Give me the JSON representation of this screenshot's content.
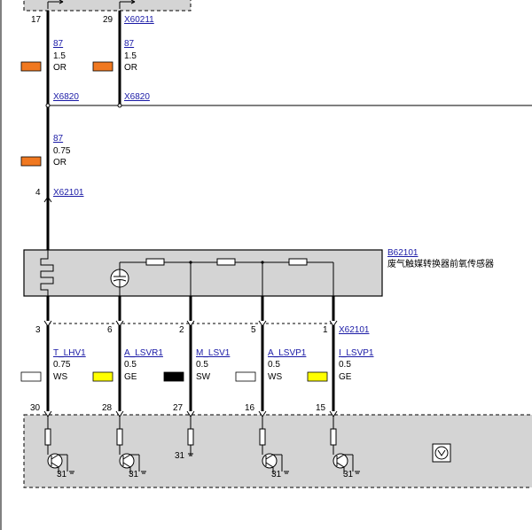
{
  "top_connectors": [
    {
      "pin": "17",
      "label": ""
    },
    {
      "pin": "29",
      "label": "X60211"
    }
  ],
  "upper_wires": [
    {
      "circuit": "87",
      "size": "1.5",
      "color_code": "OR",
      "color_hex": "#f07820"
    },
    {
      "circuit": "87",
      "size": "1.5",
      "color_code": "OR",
      "color_hex": "#f07820"
    }
  ],
  "splice_labels": [
    "X6820",
    "X6820"
  ],
  "mid_wire": {
    "circuit": "87",
    "size": "0.75",
    "color_code": "OR",
    "color_hex": "#f07820"
  },
  "sensor_connector": {
    "pin": "4",
    "label": "X62101"
  },
  "component": {
    "id": "B62101",
    "name": "废气触媒转换器前氧传感器",
    "fill": "#d4d4d4"
  },
  "sensor_pins": [
    {
      "pin": "3",
      "label": ""
    },
    {
      "pin": "6",
      "label": ""
    },
    {
      "pin": "2",
      "label": ""
    },
    {
      "pin": "5",
      "label": ""
    },
    {
      "pin": "1",
      "label": "X62101"
    }
  ],
  "lower_wires": [
    {
      "circuit": "T_LHV1",
      "size": "0.75",
      "color_code": "WS",
      "color_hex": "#ffffff"
    },
    {
      "circuit": "A_LSVR1",
      "size": "0.5",
      "color_code": "GE",
      "color_hex": "#ffff00"
    },
    {
      "circuit": "M_LSV1",
      "size": "0.5",
      "color_code": "SW",
      "color_hex": "#000000"
    },
    {
      "circuit": "A_LSVP1",
      "size": "0.5",
      "color_code": "WS",
      "color_hex": "#ffffff"
    },
    {
      "circuit": "I_LSVP1",
      "size": "0.5",
      "color_code": "GE",
      "color_hex": "#ffff00"
    }
  ],
  "ecu_pins": [
    "30",
    "28",
    "27",
    "16",
    "15"
  ],
  "ground_label": "31",
  "ecu_fill": "#d4d4d4"
}
